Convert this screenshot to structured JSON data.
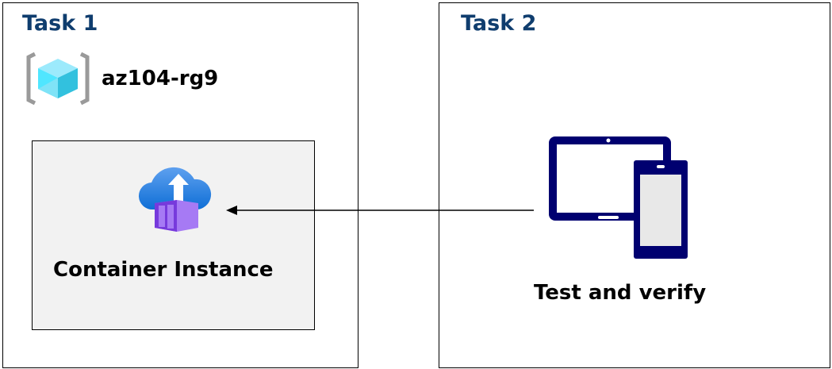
{
  "task1": {
    "title": "Task 1",
    "resource_group": {
      "name": "az104-rg9",
      "icon": "resource-group-icon"
    },
    "service": {
      "label": "Container Instance",
      "icon": "container-instance-icon"
    }
  },
  "task2": {
    "title": "Task 2",
    "device": {
      "label": "Test and verify",
      "icon": "tablet-phone-icon"
    }
  },
  "colors": {
    "title": "#0f3d6e",
    "device": "#000070",
    "service_box": "#f2f2f2"
  }
}
